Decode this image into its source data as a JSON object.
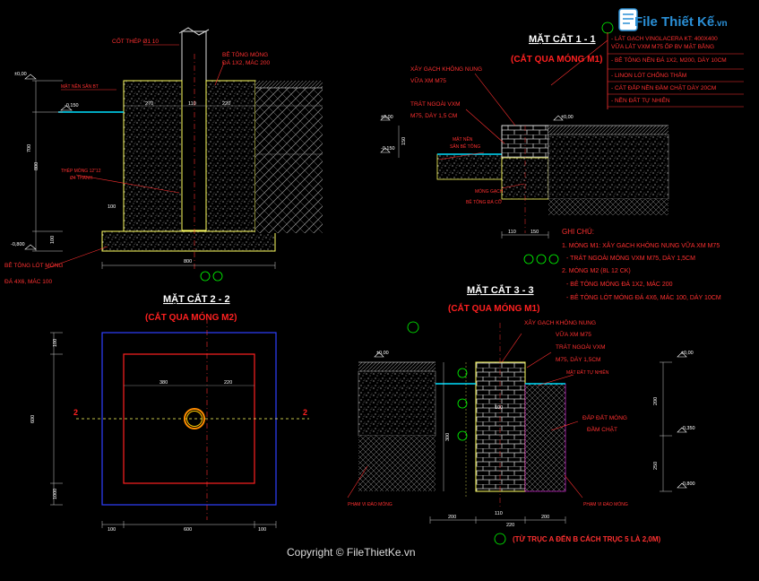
{
  "logo": {
    "text": "File Thiết Kế",
    "domain": ".vn"
  },
  "section_11": {
    "title": "MẶT CẮT 1 - 1",
    "subtitle": "(CẮT QUA MÓNG M1)",
    "labels": {
      "brick": "XÂY GẠCH KHÔNG NUNG",
      "brick2": "VỮA XM M75",
      "plaster": "TRÁT NGOÀI VXM",
      "plaster2": "M75, DÀY 1,5 CM",
      "ground": "MẶT NỀN",
      "ground2": "SÂN BÊ TÔNG",
      "slab": "MÓNG GẠCH",
      "slab2": "BÊ TÔNG ĐÁ CỠ"
    },
    "levels": {
      "l0": "±0,00",
      "l1": "-0,150",
      "l2": "±0,00"
    },
    "dims": {
      "d1": "150",
      "d2": "110",
      "d3": "150"
    }
  },
  "legend": {
    "items": [
      "- LÁT GẠCH VINGLACERA KT: 400X400",
      "  VỮA LÁT VXM M75 ỐP BV MẶT BẰNG",
      "- BÊ TÔNG NỀN ĐÁ 1X2, M200, DÀY 10CM",
      "- LINON LÓT CHỐNG THẤM",
      "- CÁT ĐẮP NỀN ĐẦM CHẶT DÀY 20CM",
      "- NỀN ĐẤT TỰ NHIÊN"
    ]
  },
  "section_main": {
    "labels": {
      "steel": "CỐT THÉP Ø1 10",
      "concrete": "BÊ TÔNG MÓNG",
      "concrete2": "ĐÁ 1X2, MÁC 200",
      "ground": "MẶT NỀN SÂN BT",
      "stirrup": "THÉP MÓNG 12\"12",
      "stirrup2": "Ø4 THANH",
      "lining": "BÊ TÔNG LÓT MÓNG",
      "lining2": "ĐÁ 4X6, MÁC 100"
    },
    "levels": {
      "top": "±0,00",
      "ground": "-0,150",
      "bottom": "-0,800"
    },
    "dims": {
      "h1": "700",
      "h2": "800",
      "h3": "100",
      "h4": "100",
      "w1": "270",
      "w2": "110",
      "w3": "220",
      "w_total": "800"
    }
  },
  "notes": {
    "heading": "GHI CHÚ:",
    "lines": [
      "1. MÓNG M1: XÂY GẠCH KHÔNG NUNG VỮA XM M75",
      "- TRÁT NGOÀI MÓNG VXM M75, DÀY 1,5CM",
      "2. MÓNG M2 (8L 12 CK)",
      "- BÊ TÔNG MÓNG ĐÁ 1X2, MÁC 200",
      "- BÊ TÔNG LÓT MÓNG ĐÁ 4X6, MÁC 100, DÀY 10CM"
    ]
  },
  "section_22": {
    "title": "MẶT CẮT 2 - 2",
    "subtitle": "(CẮT QUA MÓNG M2)",
    "cut_label": "2",
    "dims": {
      "h1": "100",
      "h2": "600",
      "h3": "1000",
      "w1": "380",
      "w2": "220",
      "b1": "100",
      "b2": "600",
      "b3": "100"
    }
  },
  "section_33": {
    "title": "MẶT CẮT 3 - 3",
    "subtitle": "(CẮT QUA MÓNG M1)",
    "labels": {
      "brick": "XÂY GẠCH KHÔNG NUNG",
      "brick2": "VỮA XM M75",
      "plaster": "TRÁT NGOÀI VXM",
      "plaster2": "M75, DÀY 1,5CM",
      "ground": "MẶT ĐẤT TỰ NHIÊN",
      "fill": "ĐẤP ĐẤT MÓNG",
      "fill2": "ĐẦM CHẶT",
      "edge_left": "PHẠM VI ĐÀO MÓNG",
      "edge_right": "PHẠM VI ĐÀO MÓNG"
    },
    "levels": {
      "l0": "±0,00",
      "l1": "±0,00",
      "l2": "-0,350",
      "l3": "-0,800"
    },
    "dims": {
      "h1": "300",
      "h2": "100",
      "h3": "200",
      "h4": "250",
      "w1": "200",
      "w2": "110",
      "w3": "200",
      "w4": "220"
    }
  },
  "footnote": "(TỪ TRỤC A ĐẾN B CÁCH TRỤC 5 LÀ 2,0M)",
  "copyright": "Copyright © FileThietKe.vn"
}
